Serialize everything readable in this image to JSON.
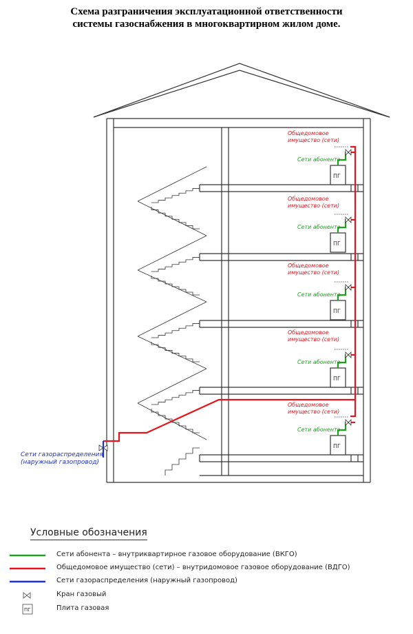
{
  "title": {
    "line1": "Схема разграничения эксплуатационной ответственности",
    "line2": "системы газоснабжения в многоквартирном жилом доме."
  },
  "labels": {
    "common_property": "Общедомовое\nимущество (сети)",
    "subscriber_networks": "Сети абонента",
    "stove": "ПГ",
    "distribution": "Сети газораспределения\n(наружный газопровод)"
  },
  "colors": {
    "green": "#1aa31a",
    "red": "#e8141c",
    "blue": "#1c2fe0",
    "structure": "#333333"
  },
  "legend": {
    "title": "Условные обозначения",
    "items": [
      {
        "kind": "green-line",
        "text": "Сети абонента – внутриквартирное газовое оборудование (ВКГО)"
      },
      {
        "kind": "red-line",
        "text": "Общедомовое имущество (сети) – внутридомовое газовое оборудование (ВДГО)"
      },
      {
        "kind": "blue-line",
        "text": "Сети газораспределения (наружный газопровод)"
      },
      {
        "kind": "valve-icon",
        "text": "Кран газовый"
      },
      {
        "kind": "stove-icon",
        "symbol": "ПГ",
        "text": "Плита газовая"
      }
    ]
  }
}
